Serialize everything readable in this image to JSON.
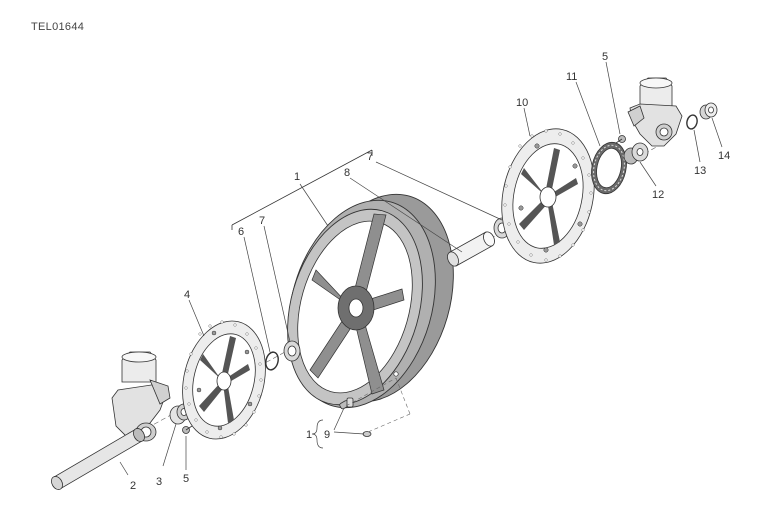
{
  "diagram": {
    "reference_code": "TEL01644",
    "callouts": [
      "1",
      "2",
      "3",
      "4",
      "5",
      "5",
      "6",
      "7",
      "7",
      "8",
      "9",
      "1",
      "10",
      "11",
      "12",
      "13",
      "14"
    ]
  },
  "colors": {
    "line": "#333333",
    "wheel_fill": "#bdbdbd",
    "disc_fill": "#dcdcdc",
    "dark": "#7a7a7a"
  }
}
